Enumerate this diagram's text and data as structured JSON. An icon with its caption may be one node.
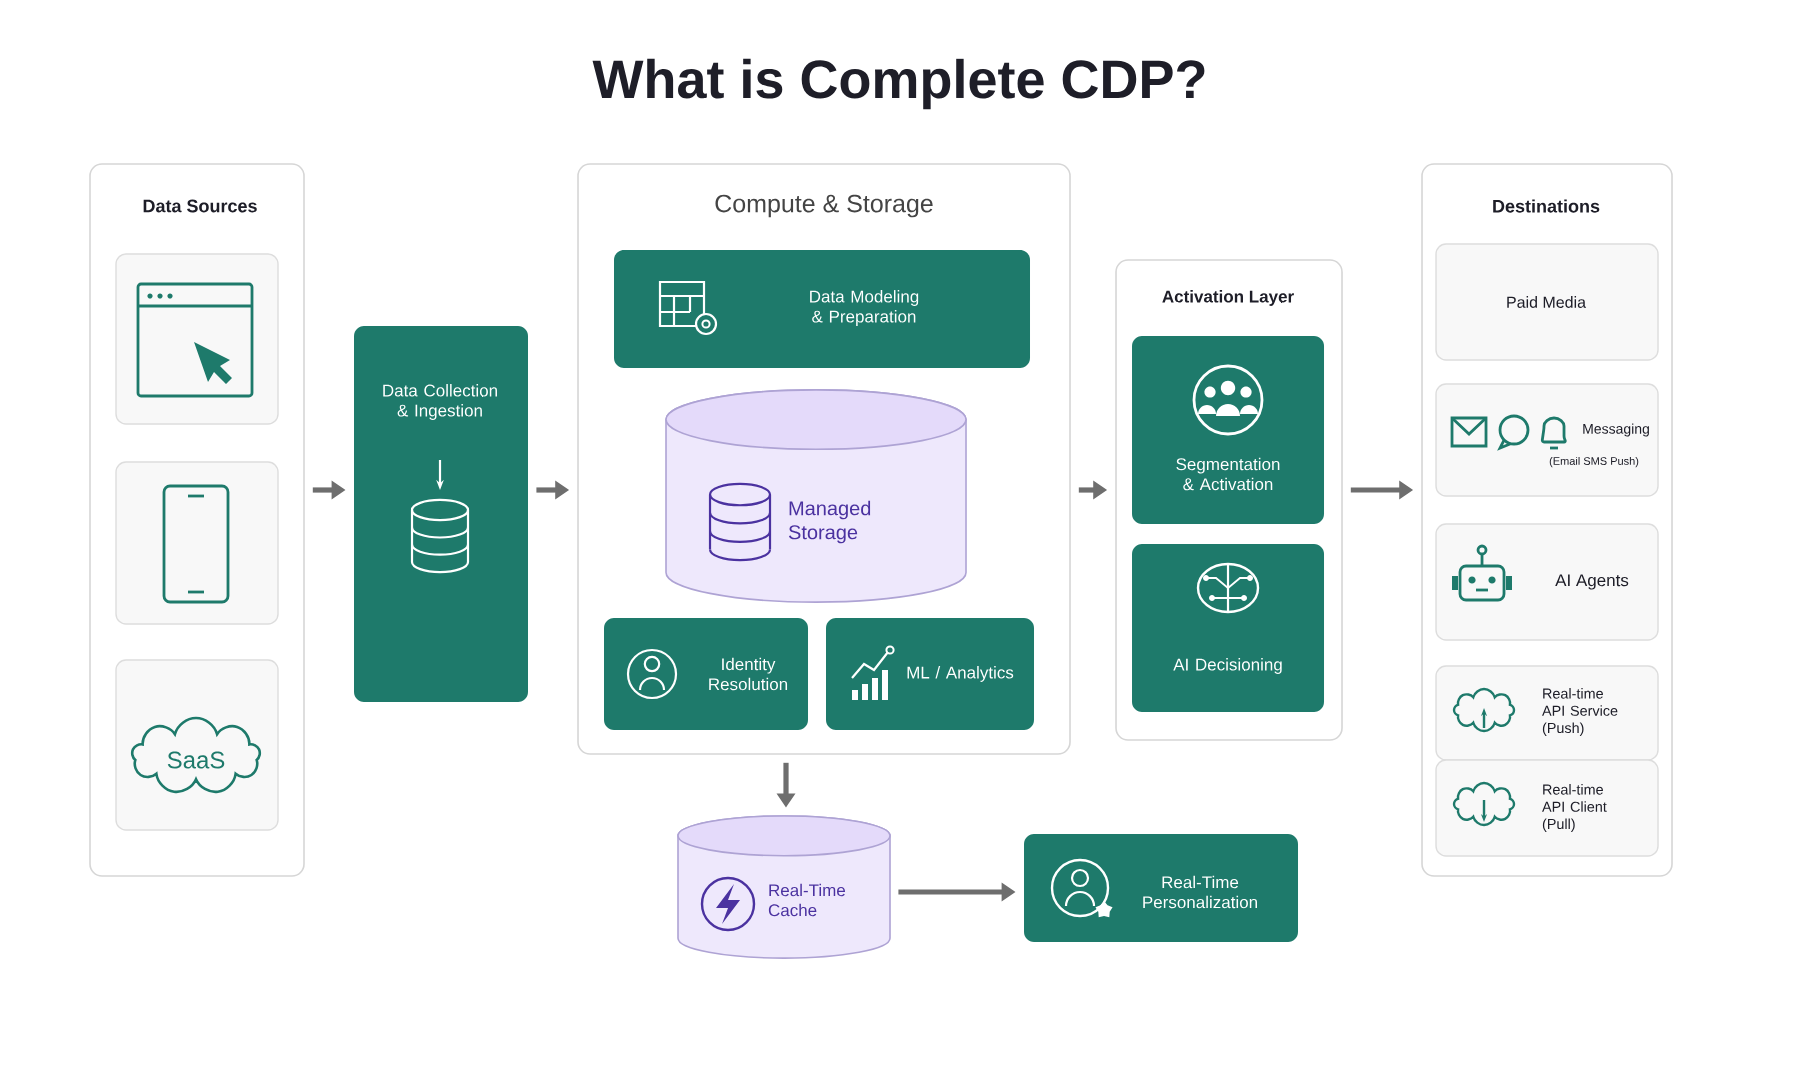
{
  "diagram": {
    "title": "What is Complete CDP?",
    "nodes": [
      {
        "text": [
          "Data Sources"
        ]
      },
      {
        "text": [],
        "shape": "box",
        "in": 0
      },
      {
        "text": [],
        "shape": "box",
        "in": 0
      },
      {
        "text": [
          "SaaS"
        ],
        "in": 0
      },
      {
        "text": [
          "Data Collection & Ingestion"
        ]
      },
      {
        "text": [
          "Compute & Storage"
        ]
      },
      {
        "text": [
          "Data Modeling & Preparation"
        ],
        "in": 5
      },
      {
        "text": [
          "Managed Storage"
        ],
        "in": 5
      },
      {
        "text": [
          "Identity Resolution"
        ],
        "in": 5
      },
      {
        "text": [
          "ML / Analytics"
        ],
        "in": 5
      },
      {
        "text": [
          "Activation Layer"
        ]
      },
      {
        "text": [
          "Segmentation & Activation"
        ],
        "in": 10
      },
      {
        "text": [
          "AI Decisioning"
        ],
        "in": 10
      },
      {
        "text": [
          "Destinations"
        ]
      },
      {
        "text": [
          "Paid Media"
        ],
        "in": 13
      },
      {
        "text": [
          "Messaging",
          "(Email SMS Push)"
        ],
        "in": 13
      },
      {
        "text": [
          "AI Agents"
        ],
        "in": 13
      },
      {
        "text": [
          "Real-time API Service (Push)"
        ],
        "in": 13
      },
      {
        "text": [
          "Real-time API Client (Pull)"
        ],
        "in": 13
      },
      {
        "text": [
          "Real-Time Cache"
        ]
      },
      {
        "text": [
          "Real-Time Personalization"
        ]
      }
    ],
    "edges": [
      {
        "from": 0,
        "to": 4,
        "arrow": "to"
      },
      {
        "from": 4,
        "to": 5,
        "arrow": "to"
      },
      {
        "from": 5,
        "to": 10,
        "arrow": "to"
      },
      {
        "from": 10,
        "to": 13,
        "arrow": "to"
      },
      {
        "from": 5,
        "to": 19,
        "arrow": "to"
      },
      {
        "from": 19,
        "to": 20,
        "arrow": "to"
      }
    ]
  }
}
